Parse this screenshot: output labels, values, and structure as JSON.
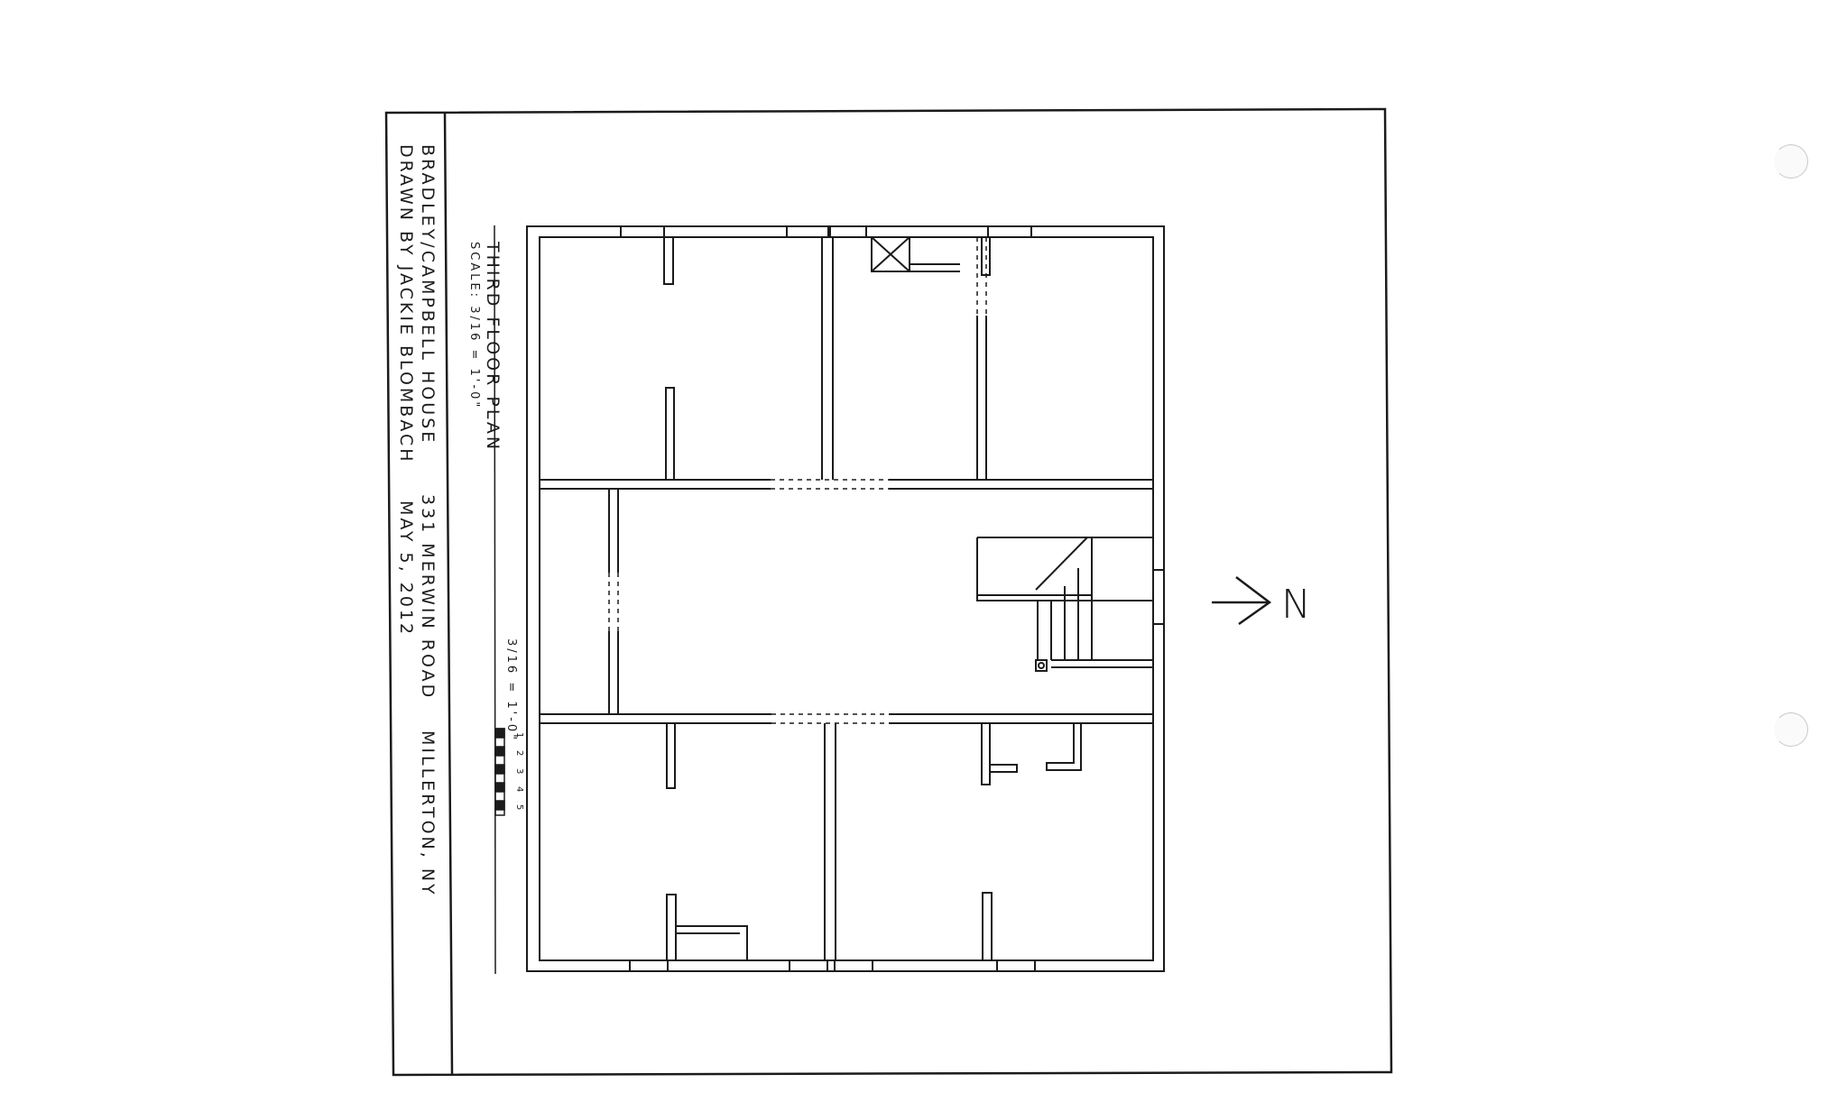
{
  "title_block": {
    "house_name": "BRADLEY/CAMPBELL HOUSE",
    "address": "331 MERWIN ROAD",
    "town": "MILLERTON, NY",
    "drawn_by": "DRAWN BY JACKIE BLOMBACH",
    "date": "MAY 5, 2012"
  },
  "plan": {
    "title": "THIRD FLOOR PLAN",
    "scale_label": "SCALE: 3/16 = 1'-0\"",
    "scale_bar_label": "3/16 = 1'-0\"",
    "scale_bar_ticks": [
      "1",
      "2",
      "3",
      "4",
      "5"
    ]
  },
  "north_arrow": {
    "letter": "N"
  },
  "colors": {
    "ink": "#1b1b1b",
    "paper": "#ffffff"
  }
}
